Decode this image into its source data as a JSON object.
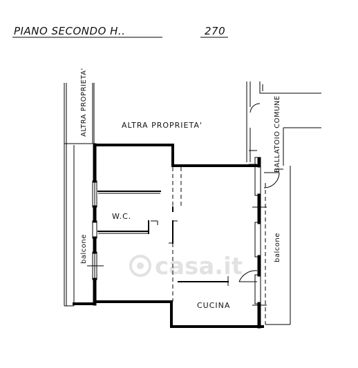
{
  "header": {
    "title": "PIANO  SECONDO  H..",
    "number": "270"
  },
  "labels": {
    "altra_proprieta_top": "ALTRA   PROPRIETA'",
    "altra_proprieta_left": "ALTRA PROPRIETA'",
    "ballatoio_comune": "BALLATOIO COMUNE",
    "wc": "W.C.",
    "balcone_left": "balcone",
    "balcone_right": "balcone",
    "cucina": "CUCINA"
  },
  "watermark": "casa.it"
}
